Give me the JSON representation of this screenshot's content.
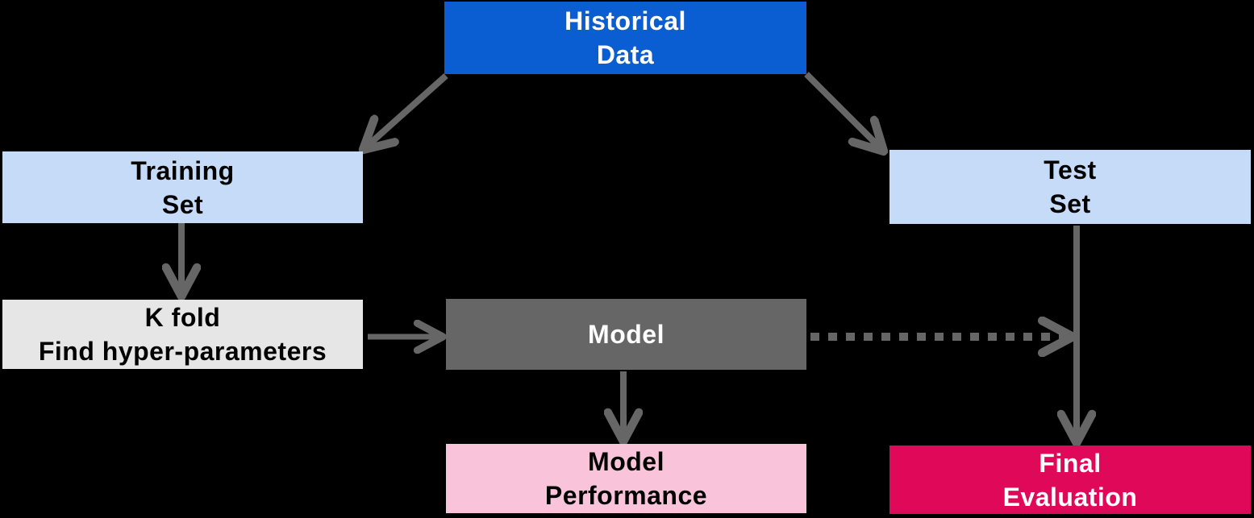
{
  "diagram": {
    "background_color": "#000000",
    "arrow_color": "#666666",
    "nodes": [
      {
        "id": "historical-data",
        "line1": "Historical",
        "line2": "Data",
        "bg": "#0b5ed2",
        "fg": "#ffffff"
      },
      {
        "id": "training-set",
        "line1": "Training",
        "line2": "Set",
        "bg": "#c5dbf8",
        "fg": "#000000"
      },
      {
        "id": "test-set",
        "line1": "Test",
        "line2": "Set",
        "bg": "#c5dbf8",
        "fg": "#000000"
      },
      {
        "id": "k-fold",
        "line1": "K fold",
        "line2": "Find hyper-parameters",
        "bg": "#e6e6e6",
        "fg": "#000000"
      },
      {
        "id": "model",
        "line1": "Model",
        "line2": "",
        "bg": "#666666",
        "fg": "#ffffff"
      },
      {
        "id": "model-performance",
        "line1": "Model",
        "line2": "Performance",
        "bg": "#f9c4da",
        "fg": "#000000"
      },
      {
        "id": "final-evaluation",
        "line1": "Final",
        "line2": "Evaluation",
        "bg": "#e00858",
        "fg": "#ffffff"
      }
    ],
    "edges": [
      {
        "from": "historical-data",
        "to": "training-set",
        "style": "solid"
      },
      {
        "from": "historical-data",
        "to": "test-set",
        "style": "solid"
      },
      {
        "from": "training-set",
        "to": "k-fold",
        "style": "solid"
      },
      {
        "from": "k-fold",
        "to": "model",
        "style": "solid"
      },
      {
        "from": "model",
        "to": "model-performance",
        "style": "solid"
      },
      {
        "from": "model",
        "to": "final-evaluation",
        "style": "dashed"
      },
      {
        "from": "test-set",
        "to": "final-evaluation",
        "style": "solid"
      }
    ]
  }
}
